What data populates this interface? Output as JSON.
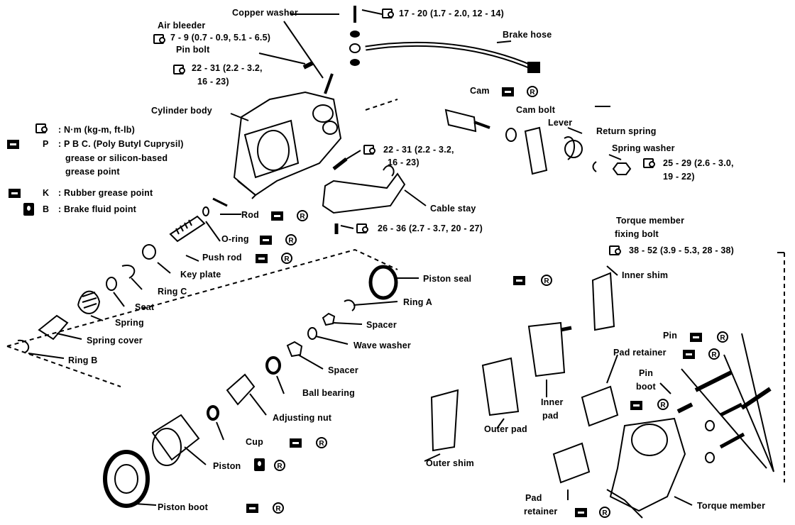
{
  "labels": {
    "copper_washer": "Copper washer",
    "torque_top": "17 - 20 (1.7 - 2.0, 12 - 14)",
    "brake_hose": "Brake hose",
    "air_bleeder": "Air bleeder",
    "air_bleeder_torque": "7 - 9 (0.7 - 0.9, 5.1 - 6.5)",
    "pin_bolt": "Pin bolt",
    "pin_bolt_torque_1": "22 - 31 (2.2 - 3.2,",
    "pin_bolt_torque_2": "16 - 23)",
    "cylinder_body": "Cylinder body",
    "cam": "Cam",
    "cam_bolt": "Cam bolt",
    "lever": "Lever",
    "return_spring": "Return spring",
    "spring_washer": "Spring washer",
    "spring_washer_torque_1": "25 - 29 (2.6 - 3.0,",
    "spring_washer_torque_2": "19 - 22)",
    "cable_stay_torque_1": "22 - 31 (2.2 - 3.2,",
    "cable_stay_torque_2": "16 - 23)",
    "cable_stay": "Cable stay",
    "bottom_bolt_torque": "26 - 36 (2.7 - 3.7, 20 - 27)",
    "rod": "Rod",
    "o_ring": "O-ring",
    "push_rod": "Push rod",
    "key_plate": "Key plate",
    "ring_c": "Ring C",
    "seat": "Seat",
    "spring": "Spring",
    "spring_cover": "Spring cover",
    "ring_b": "Ring B",
    "piston_seal": "Piston seal",
    "ring_a": "Ring A",
    "spacer_1": "Spacer",
    "wave_washer": "Wave washer",
    "spacer_2": "Spacer",
    "ball_bearing": "Ball bearing",
    "adjusting_nut": "Adjusting nut",
    "cup": "Cup",
    "piston": "Piston",
    "piston_boot": "Piston boot",
    "torque_member_bolt_1": "Torque member",
    "torque_member_bolt_2": "fixing bolt",
    "torque_member_bolt_torque": "38 - 52 (3.9 - 5.3, 28 - 38)",
    "inner_shim": "Inner shim",
    "pin": "Pin",
    "pad_retainer_top": "Pad retainer",
    "pin_boot_1": "Pin",
    "pin_boot_2": "boot",
    "inner_pad_1": "Inner",
    "inner_pad_2": "pad",
    "outer_pad": "Outer pad",
    "outer_shim": "Outer shim",
    "pad_retainer_bottom_1": "Pad",
    "pad_retainer_bottom_2": "retainer",
    "torque_member": "Torque member"
  },
  "legend": {
    "units": ": N·m (kg-m, ft-lb)",
    "pbc_key": "P",
    "pbc_1": ": P B C. (Poly Butyl Cuprysil)",
    "pbc_2": "grease or silicon-based",
    "pbc_3": "grease point",
    "rubber_key": "K",
    "rubber": ": Rubber grease point",
    "fluid_key": "B",
    "fluid": ": Brake fluid point"
  },
  "symbols": {
    "replace_mark": "R",
    "icons": [
      "torque-wrench-icon",
      "grease-gun-icon",
      "brake-fluid-drop-icon",
      "replace-circle-icon"
    ]
  }
}
